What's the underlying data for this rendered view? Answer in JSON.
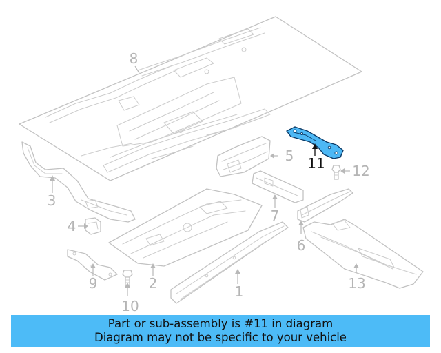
{
  "callouts": {
    "c1": "1",
    "c2": "2",
    "c3": "3",
    "c4": "4",
    "c5": "5",
    "c6": "6",
    "c7": "7",
    "c8": "8",
    "c9": "9",
    "c10": "10",
    "c11": "11",
    "c12": "12",
    "c13": "13"
  },
  "highlighted_part": "11",
  "colors": {
    "highlight_fill": "#4db8f5",
    "highlight_stroke": "#0b3a66",
    "banner_bg": "#4dbbf7",
    "line_gray": "#c2c2c2"
  },
  "banner": {
    "line1": "Part or sub-assembly is #11 in diagram",
    "line2": "Diagram may not be specific to your vehicle"
  }
}
